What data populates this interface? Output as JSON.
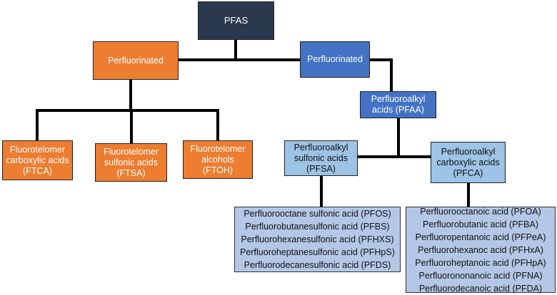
{
  "root": {
    "label": "PFAS"
  },
  "left_branch": {
    "label": "Perfluorinated"
  },
  "right_branch": {
    "label": "Perfluorinated"
  },
  "pfaa": {
    "label": "Perfluoroalkyl\nacids (PFAA)"
  },
  "fluorotelomers": [
    {
      "label": "Fluorotelomer\ncarboxylic acids\n(FTCA)"
    },
    {
      "label": "Fluorotelomer\nsulfonic acids\n(FTSA)"
    },
    {
      "label": "Fluorotelomer\nalcohols\n(FTOH)"
    }
  ],
  "pfsa": {
    "label": "Perfluoroalkyl\nsulfonic acids\n(PFSA)",
    "items": [
      "Perfluorooctane sulfonic acid (PFOS)",
      "Perfluorobutanesulfonic acid (PFBS)",
      "Perfluorohexanesulfonic acid (PFHXS)",
      "Perfluoroheptanesulfonic acid (PFHpS)",
      "Perfluorodecanesulfonic acid (PFDS)"
    ]
  },
  "pfca": {
    "label": "Perfluoroalkyl\ncarboxylic acids\n(PFCA)",
    "items": [
      "Perfluorooctanoic acid (PFOA)",
      "Perfluorobutanic acid (PFBA)",
      "Perfluoropentanoic acid (PFPeA)",
      "Perfluorohexanoc acid (PFHxA)",
      "Perfluoroheptanoic acid (PFHpA)",
      "Perfluorononanoic acid (PFNA)",
      "Perfluorodecanoic acid (PFDA)"
    ]
  },
  "colors": {
    "root": "#2b394e",
    "orange": "#ec7d31",
    "blue": "#4472c4",
    "light_blue": "#9dc3e6",
    "list_blue": "#b4c7e7"
  }
}
